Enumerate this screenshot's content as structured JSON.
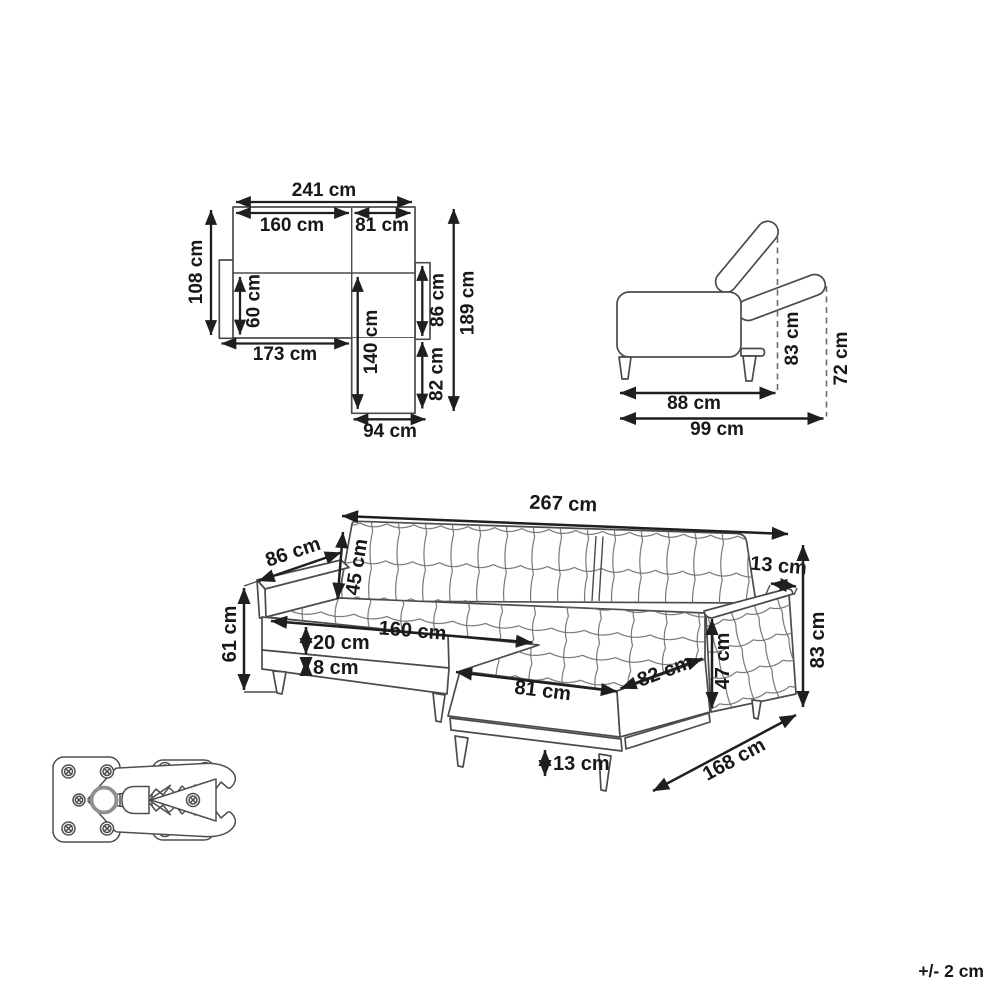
{
  "plan_view": {
    "overall_width": "241 cm",
    "seat_section_width": "160 cm",
    "chaise_section_width": "81 cm",
    "side_depth": "108 cm",
    "seat_depth": "60 cm",
    "front_width": "173 cm",
    "chaise_length": "140 cm",
    "armrest_side_upper": "86 cm",
    "armrest_side_lower": "82 cm",
    "overall_depth": "189 cm",
    "chaise_outer_width": "94 cm"
  },
  "side_view": {
    "backrest_upright_height": "83 cm",
    "backrest_reclined_height": "72 cm",
    "base_depth": "88 cm",
    "reclined_depth": "99 cm"
  },
  "perspective_view": {
    "overall_width": "267 cm",
    "armrest_depth": "86 cm",
    "backrest_height": "45 cm",
    "seat_height": "61 cm",
    "cushion_height": "20 cm",
    "seat_width": "160 cm",
    "base_height": "8 cm",
    "chaise_front_width": "81 cm",
    "chaise_seat_depth": "82 cm",
    "armrest_height": "47 cm",
    "armrest_top_width": "13 cm",
    "total_height": "83 cm",
    "leg_height": "13 cm",
    "chaise_total_depth": "168 cm"
  },
  "footer": {
    "tolerance": "+/- 2 cm"
  },
  "colors": {
    "line": "#4b4b4b",
    "dimension": "#1f1f1f",
    "text": "#181818"
  }
}
